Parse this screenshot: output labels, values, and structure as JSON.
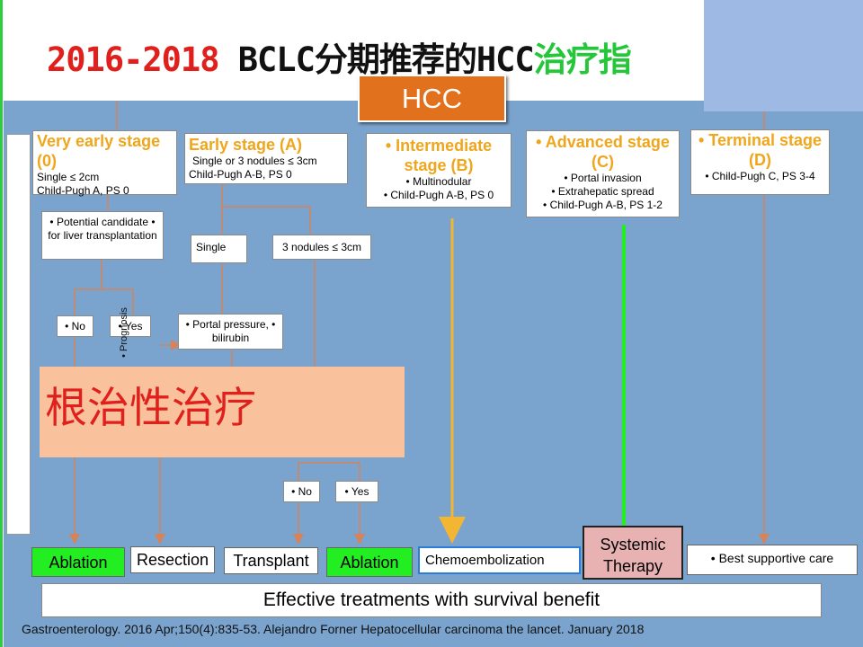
{
  "title": {
    "year": "2016-2018",
    "middle": " BCLC分期推荐的HCC",
    "green": "治疗指"
  },
  "root": "HCC",
  "stages": [
    {
      "title": "Very early stage (0)",
      "details": [
        "Single ≤ 2cm",
        "Child-Pugh A, PS 0"
      ]
    },
    {
      "title": "Early stage (A)",
      "details": [
        "Single or 3 nodules ≤ 3cm",
        "Child-Pugh A-B, PS 0"
      ]
    },
    {
      "title": "• Intermediate stage (B)",
      "details": [
        "• Multinodular",
        "• Child-Pugh A-B, PS 0"
      ]
    },
    {
      "title": "• Advanced stage (C)",
      "details": [
        "• Portal invasion",
        "• Extrahepatic spread",
        "• Child-Pugh A-B, PS 1-2"
      ]
    },
    {
      "title": "• Terminal stage (D)",
      "details": [
        "• Child-Pugh C, PS 3-4"
      ]
    }
  ],
  "nodes": {
    "candidate": "• Potential candidate • for liver transplantation",
    "no1": "• No",
    "yes1": "• Yes",
    "prognosis": "• Prognosis",
    "single": "Single",
    "three_nodules": "3 nodules ≤ 3cm",
    "portal": "• Portal pressure, • bilirubin",
    "no2": "• No",
    "yes2": "• Yes"
  },
  "overlay_text": "根治性治疗",
  "treatments": {
    "ablation1": "Ablation",
    "resection": "Resection",
    "transplant": "Transplant",
    "ablation2": "Ablation",
    "chemo": "Chemoembolization",
    "systemic": "Systemic Therapy",
    "supportive": "• Best supportive care"
  },
  "banner": "Effective treatments with survival benefit",
  "footer": "Gastroenterology. 2016 Apr;150(4):835-53.   Alejandro Forner  Hepatocellular carcinoma the lancet. January 2018",
  "colors": {
    "background": "#7aa3cd",
    "hcc_box": "#e2711d",
    "stage_title": "#f0a61c",
    "title_red": "#e0201c",
    "title_green": "#25c63a",
    "ablation_green": "#22ee22",
    "systemic_pink": "#e8b1b2",
    "overlay_box": "#f9c29d",
    "arrow_orange": "#d4835a",
    "arrow_yellow": "#f2b632",
    "arrow_green": "#22ee22"
  }
}
